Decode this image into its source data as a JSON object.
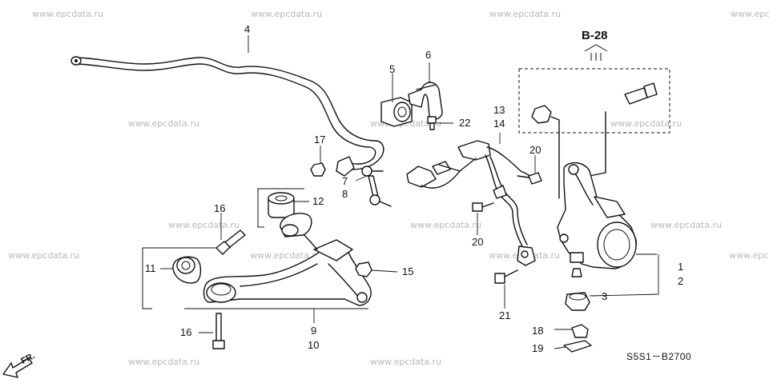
{
  "watermarks": [
    "www.epcdata.ru",
    "www.epcdata.ru",
    "www.epcdata.ru",
    "www.epc",
    "www.epcdata.ru",
    "www.epcdata.ru",
    "www.epcdata.ru",
    "www.epcdata.ru",
    "www.epcdata.ru",
    "www.epcdata.ru",
    "www.epcdata.ru",
    "www.epcdata.ru",
    "www.epcdata.ru",
    "www.epcdata.ru",
    "www.epcdata.ru",
    "www.epcdata.ru"
  ],
  "reference": "B-28",
  "drawing_code": "S5S1－B2700",
  "direction_label": "FR.",
  "callouts": {
    "c1": "1",
    "c2": "2",
    "c3": "3",
    "c4": "4",
    "c5": "5",
    "c6": "6",
    "c7": "7",
    "c8": "8",
    "c9": "9",
    "c10": "10",
    "c11": "11",
    "c12": "12",
    "c13": "13",
    "c14": "14",
    "c15": "15",
    "c16a": "16",
    "c16b": "16",
    "c17": "17",
    "c18": "18",
    "c19": "19",
    "c20a": "20",
    "c20b": "20",
    "c21": "21",
    "c22": "22"
  }
}
